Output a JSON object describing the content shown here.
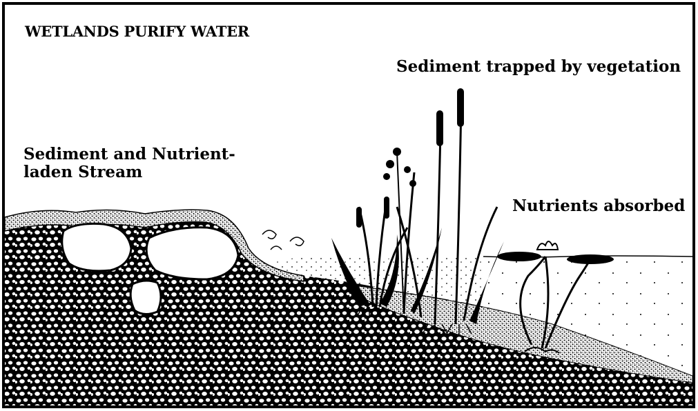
{
  "title": "WETLANDS PURIFY WATER",
  "labels": {
    "sediment_trapped": "Sediment trapped by vegetation",
    "stream_line1": "Sediment and Nutrient-",
    "stream_line2": "laden Stream",
    "nutrients_absorbed": "Nutrients absorbed"
  },
  "colors": {
    "ink": "#000000",
    "paper": "#ffffff"
  }
}
